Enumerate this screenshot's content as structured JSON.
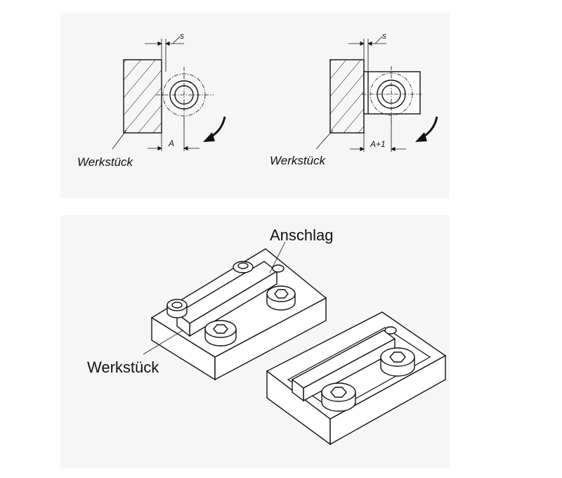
{
  "top_left": {
    "workpiece_label": "Werkstück",
    "dim_s": "s",
    "dim_a": "A"
  },
  "top_right": {
    "workpiece_label": "Werkstück",
    "dim_s": "s",
    "dim_a": "A+1"
  },
  "bottom": {
    "stop_label": "Anschlag",
    "workpiece_label": "Werkstück"
  }
}
